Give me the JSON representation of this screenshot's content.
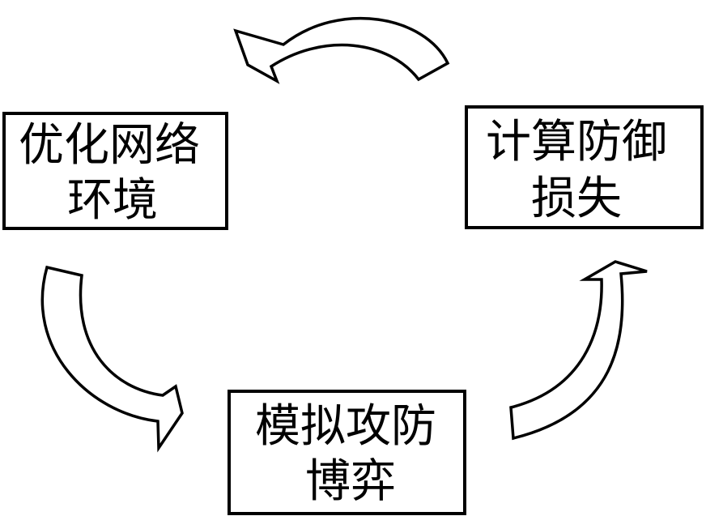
{
  "diagram": {
    "nodes": [
      {
        "id": "optimize",
        "lines": [
          "优化网络",
          "环境"
        ]
      },
      {
        "id": "loss",
        "lines": [
          "计算防御",
          "损失"
        ]
      },
      {
        "id": "simulate",
        "lines": [
          "模拟攻防",
          "博弈"
        ]
      }
    ],
    "edges": [
      {
        "from": "optimize",
        "to": "simulate"
      },
      {
        "from": "simulate",
        "to": "loss"
      },
      {
        "from": "loss",
        "to": "optimize"
      }
    ],
    "colors": {
      "stroke": "#000000",
      "fill": "#ffffff"
    }
  }
}
